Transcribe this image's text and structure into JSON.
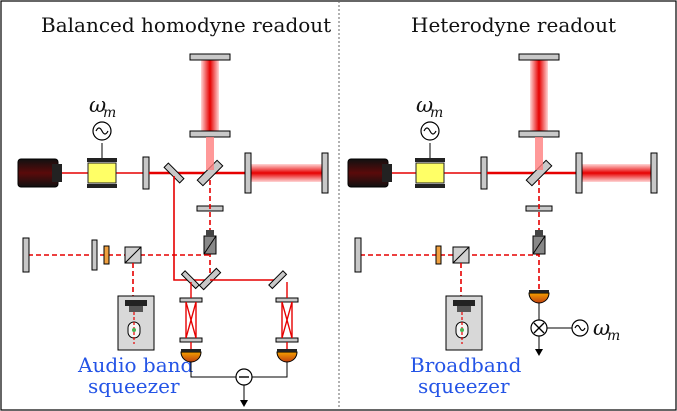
{
  "panels": {
    "left": {
      "title": "Balanced homodyne readout",
      "modulation_symbol": "ω",
      "modulation_subscript": "m",
      "squeezer_line1": "Audio band",
      "squeezer_line2": "squeezer"
    },
    "right": {
      "title": "Heterodyne readout",
      "modulation_symbol": "ω",
      "modulation_subscript": "m",
      "lo_symbol": "ω",
      "lo_subscript": "m",
      "squeezer_line1": "Broadband",
      "squeezer_line2": "squeezer"
    }
  },
  "colors": {
    "beam": "#e60000",
    "beam_glow": "#ff8080",
    "optic": "#c8c8c8",
    "modulator": "#ffff66",
    "detector": "#f08c14",
    "text_blue": "#2454e6"
  }
}
